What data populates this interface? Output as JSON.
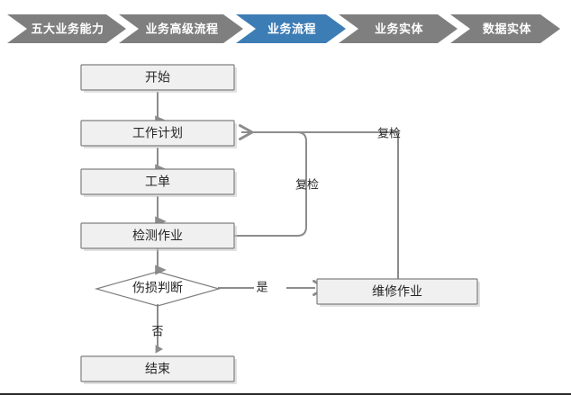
{
  "breadcrumb": {
    "active_color": "#3d7db5",
    "inactive_color": "#7f7f7f",
    "text_color": "#ffffff",
    "items": [
      {
        "label": "五大业务能力",
        "active": false
      },
      {
        "label": "业务高级流程",
        "active": false
      },
      {
        "label": "业务流程",
        "active": true
      },
      {
        "label": "业务实体",
        "active": false
      },
      {
        "label": "数据实体",
        "active": false
      }
    ]
  },
  "flowchart": {
    "type": "flowchart",
    "node_fill": "#f0f0f0",
    "node_stroke": "#808080",
    "connector_color": "#8c8c8c",
    "text_color": "#262626",
    "nodes": [
      {
        "id": "start",
        "label": "开始",
        "shape": "rect"
      },
      {
        "id": "work-plan",
        "label": "工作计划",
        "shape": "rect"
      },
      {
        "id": "work-order",
        "label": "工单",
        "shape": "rect"
      },
      {
        "id": "inspection",
        "label": "检测作业",
        "shape": "rect"
      },
      {
        "id": "judgement",
        "label": "伤损判断",
        "shape": "diamond"
      },
      {
        "id": "repair",
        "label": "维修作业",
        "shape": "rect"
      },
      {
        "id": "end",
        "label": "结束",
        "shape": "rect"
      }
    ],
    "edge_labels": [
      {
        "id": "recheck-inner",
        "label": "复检"
      },
      {
        "id": "recheck-outer",
        "label": "复检"
      },
      {
        "id": "yes",
        "label": "是"
      },
      {
        "id": "no",
        "label": "否"
      }
    ]
  }
}
